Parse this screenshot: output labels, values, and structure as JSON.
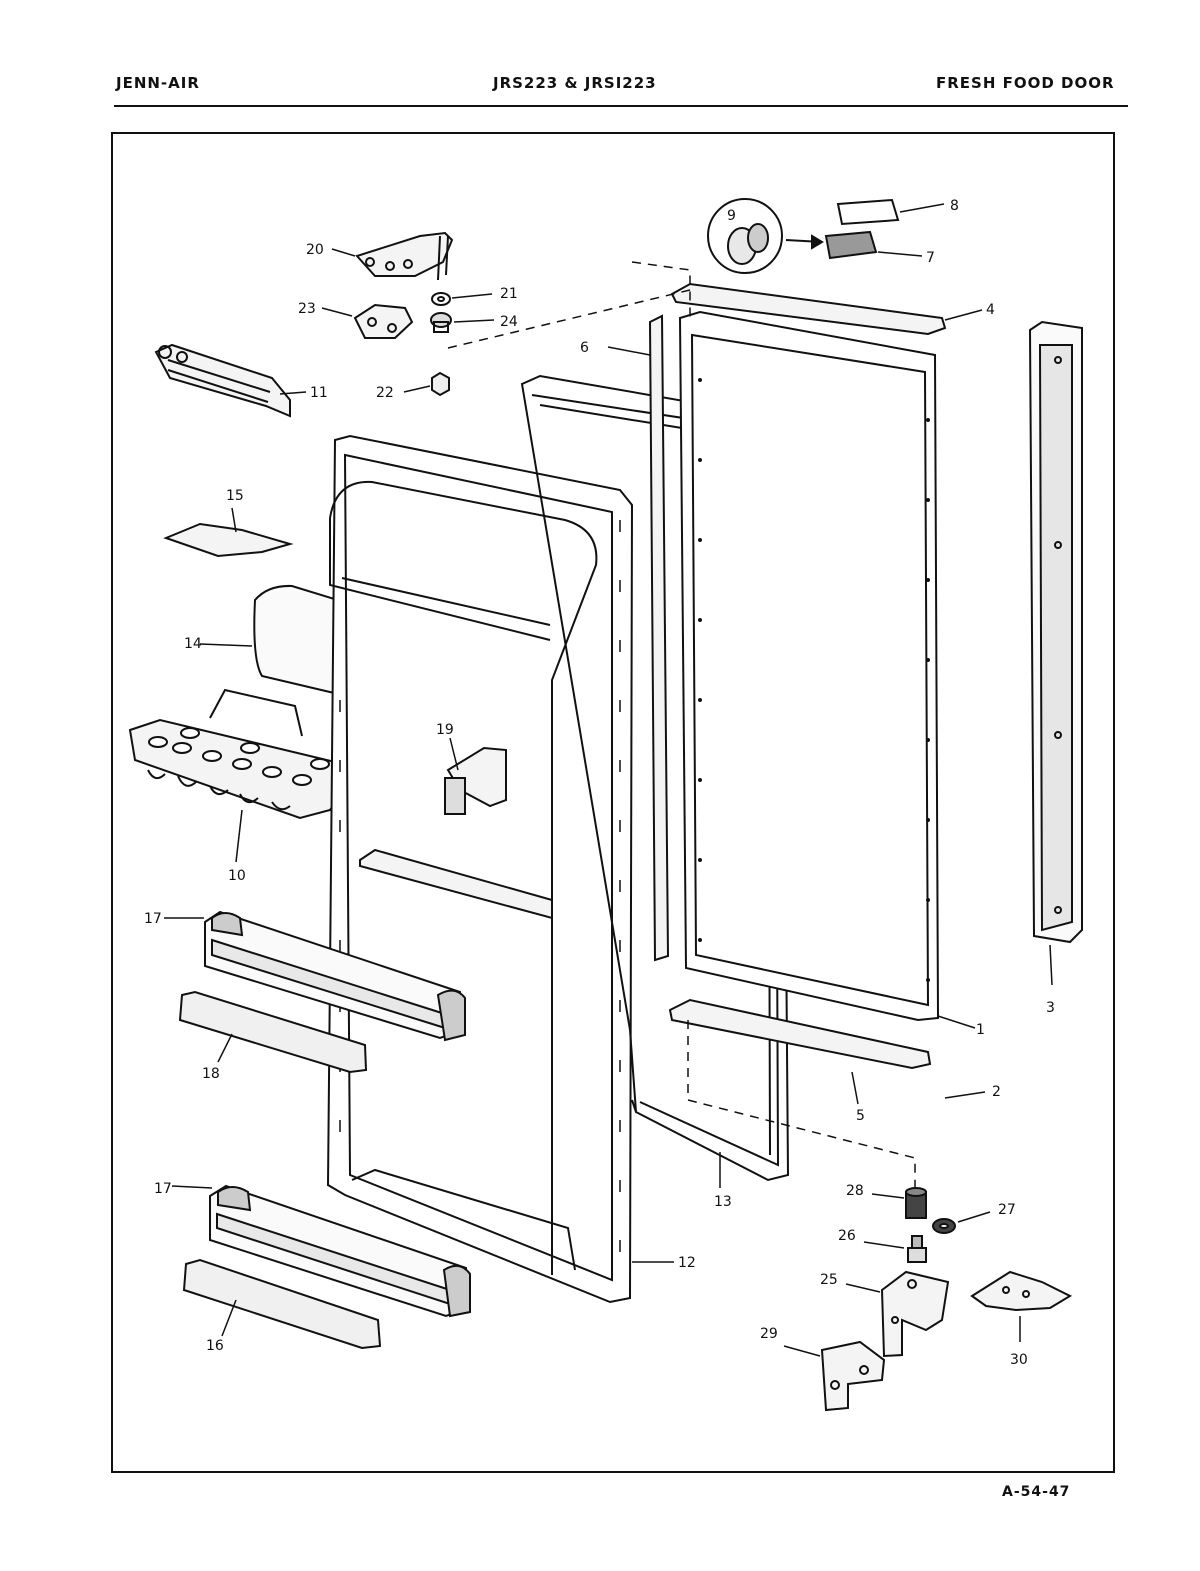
{
  "header": {
    "brand": "JENN-AIR",
    "models": "JRS223 & JRSI223",
    "section": "FRESH FOOD DOOR"
  },
  "figure_id": "A-54-47",
  "callouts": [
    "1",
    "2",
    "3",
    "4",
    "5",
    "6",
    "7",
    "8",
    "9",
    "10",
    "11",
    "12",
    "13",
    "14",
    "15",
    "16",
    "17",
    "17",
    "18",
    "19",
    "20",
    "21",
    "22",
    "23",
    "24",
    "25",
    "26",
    "27",
    "28",
    "29",
    "30"
  ]
}
